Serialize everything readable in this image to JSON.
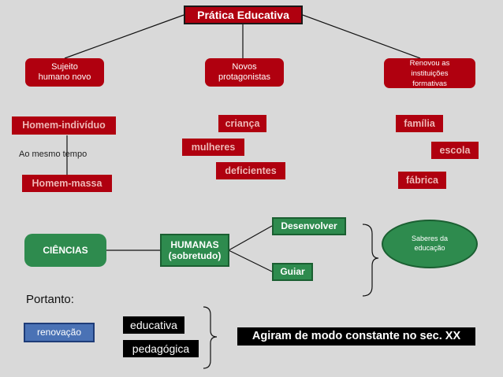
{
  "title": "Prática Educativa",
  "level1": {
    "sujeito": "Sujeito\nhumano novo",
    "novos": "Novos\nprotagonistas",
    "renovou": "Renovou as\ninstituições\nformativas"
  },
  "left_column": {
    "homem_individuo": "Homem-indivíduo",
    "ao_mesmo_tempo": "Ao mesmo tempo",
    "homem_massa": "Homem-massa"
  },
  "middle_column": {
    "crianca": "criança",
    "mulheres": "mulheres",
    "deficientes": "deficientes"
  },
  "right_column": {
    "familia": "família",
    "escola": "escola",
    "fabrica": "fábrica"
  },
  "sciences": {
    "ciencias": "CIÊNCIAS",
    "humanas": "HUMANAS\n(sobretudo)",
    "desenvolver": "Desenvolver",
    "guiar": "Guiar",
    "saberes": "Saberes da\neducação"
  },
  "conclusion": {
    "portanto": "Portanto:",
    "renovacao": "renovação",
    "educativa": "educativa",
    "pedagogica": "pedagógica",
    "statement": "Agiram de modo constante no sec. XX"
  },
  "colors": {
    "background": "#d9d9d9",
    "red": "#b0000f",
    "green": "#2e8b4e",
    "blue": "#4a72b5",
    "black": "#000000"
  }
}
